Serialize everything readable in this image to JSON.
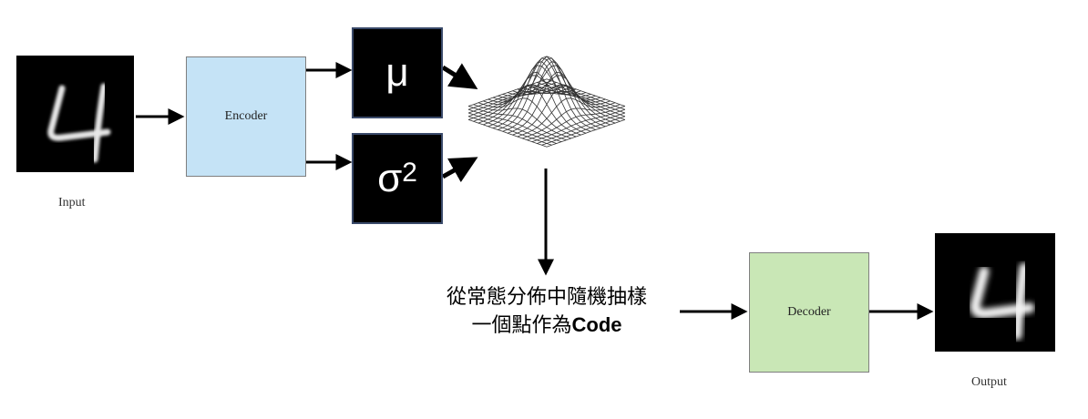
{
  "input": {
    "caption": "Input"
  },
  "encoder": {
    "label": "Encoder",
    "fill": "#c5e3f6"
  },
  "mu": {
    "symbol": "μ"
  },
  "sigma": {
    "symbol": "σ",
    "exponent": "2"
  },
  "distribution": {
    "icon": "gaussian-surface-icon"
  },
  "sample": {
    "line1": "從常態分佈中隨機抽樣",
    "line2_prefix": "一個點作為",
    "line2_code": "Code"
  },
  "decoder": {
    "label": "Decoder",
    "fill": "#c9e7b6"
  },
  "output": {
    "caption": "Output"
  }
}
